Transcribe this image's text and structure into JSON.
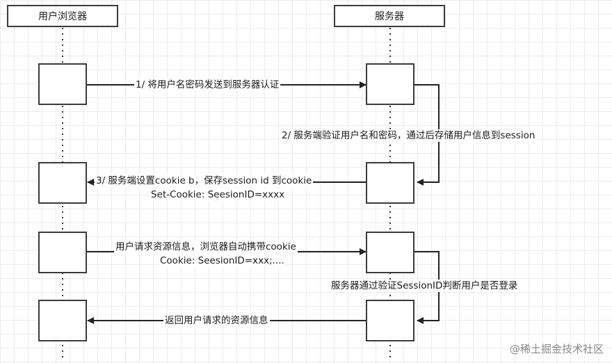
{
  "participants": {
    "browser": "用户浏览器",
    "server": "服务器"
  },
  "messages": {
    "m1": "1/ 将用户名密码发送到服务器认证",
    "m2": "2/ 服务端验证用户名和密码，通过后存储用户信息到session",
    "m3_line1": "3/ 服务端设置cookie b，保存session id 到cookie",
    "m3_line2": "Set-Cookie: SeesionID=xxxx",
    "m4_line1": "用户请求资源信息，浏览器自动携带cookie",
    "m4_line2": "Cookie: SeesionID=xxx;....",
    "m5": "服务器通过验证SessionID判断用户是否登录",
    "m6": "返回用户请求的资源信息"
  },
  "watermark": "@稀土掘金技术社区"
}
